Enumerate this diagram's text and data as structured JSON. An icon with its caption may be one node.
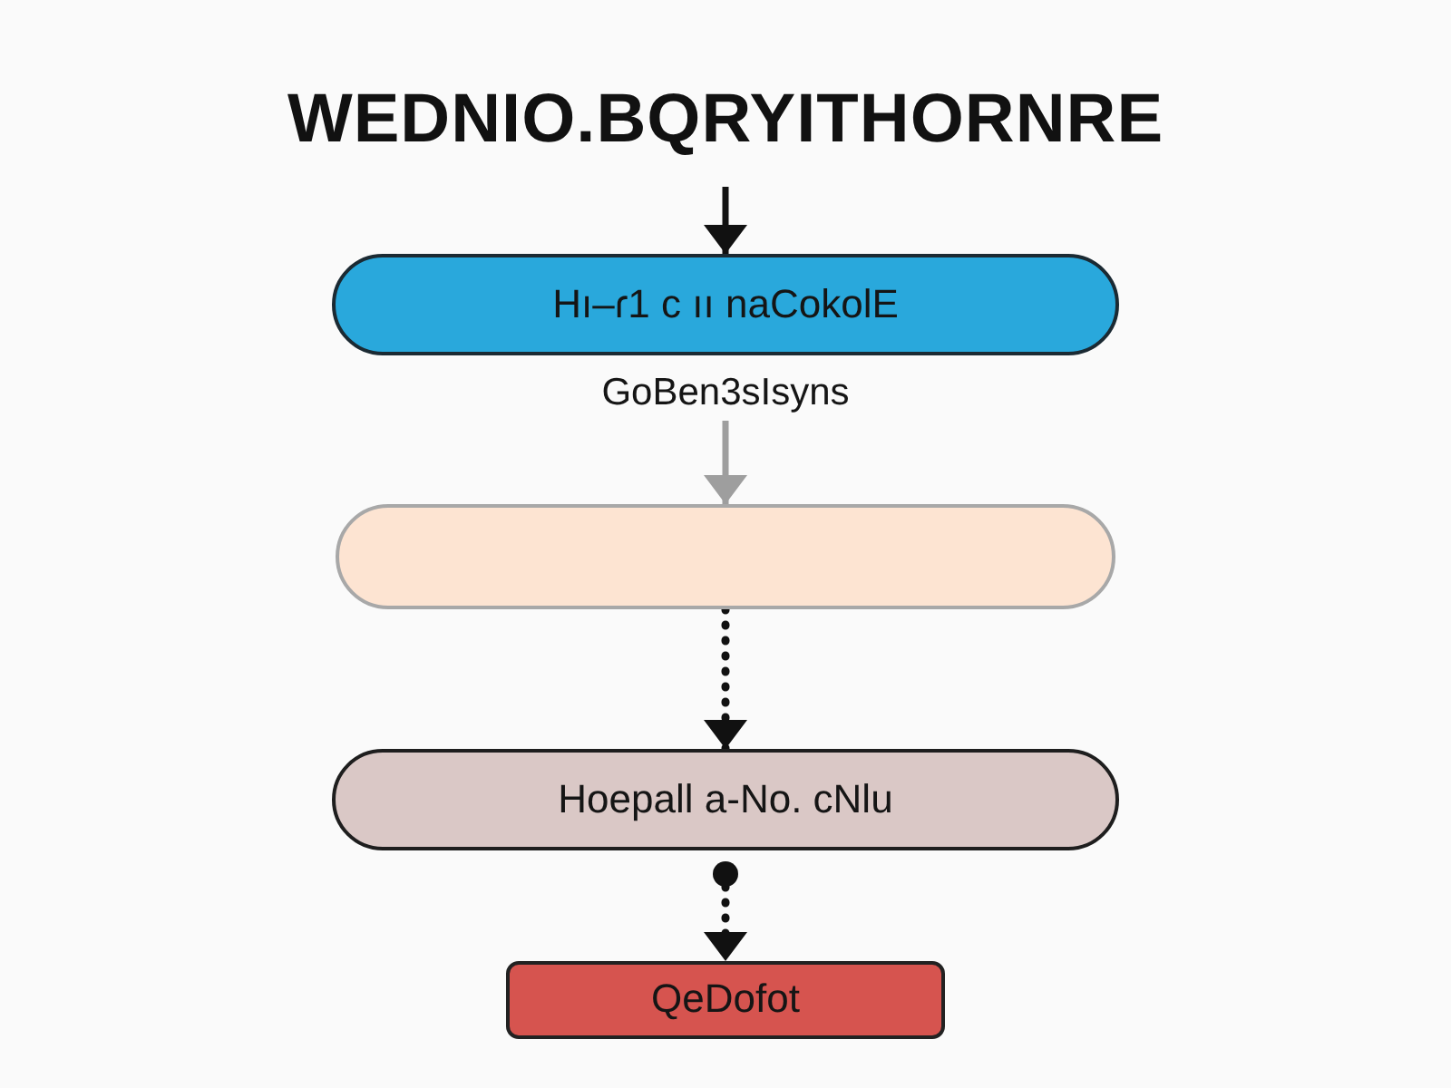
{
  "diagram": {
    "title": "WEDNIO.BQRYITHORNRE",
    "nodes": [
      {
        "text": [
          "Hı–ɾ1 c ıı naCokolE"
        ]
      },
      {
        "text": [
          "GoBen3sIsyns"
        ]
      },
      {
        "text": [],
        "shape": "pill"
      },
      {
        "text": [
          "Hoepall a-No. cNlu"
        ]
      },
      {
        "text": [],
        "shape": "circle"
      },
      {
        "text": [
          "QeDofot"
        ]
      }
    ],
    "edges": [
      {
        "from": null,
        "to": 0,
        "arrow": "to"
      },
      {
        "from": 1,
        "to": 2,
        "arrow": "to",
        "color": "#9e9e9e"
      },
      {
        "from": 2,
        "to": 3,
        "arrow": "to",
        "style": "dashed"
      },
      {
        "from": 4,
        "to": 5,
        "arrow": "to",
        "style": "dashed"
      }
    ]
  }
}
